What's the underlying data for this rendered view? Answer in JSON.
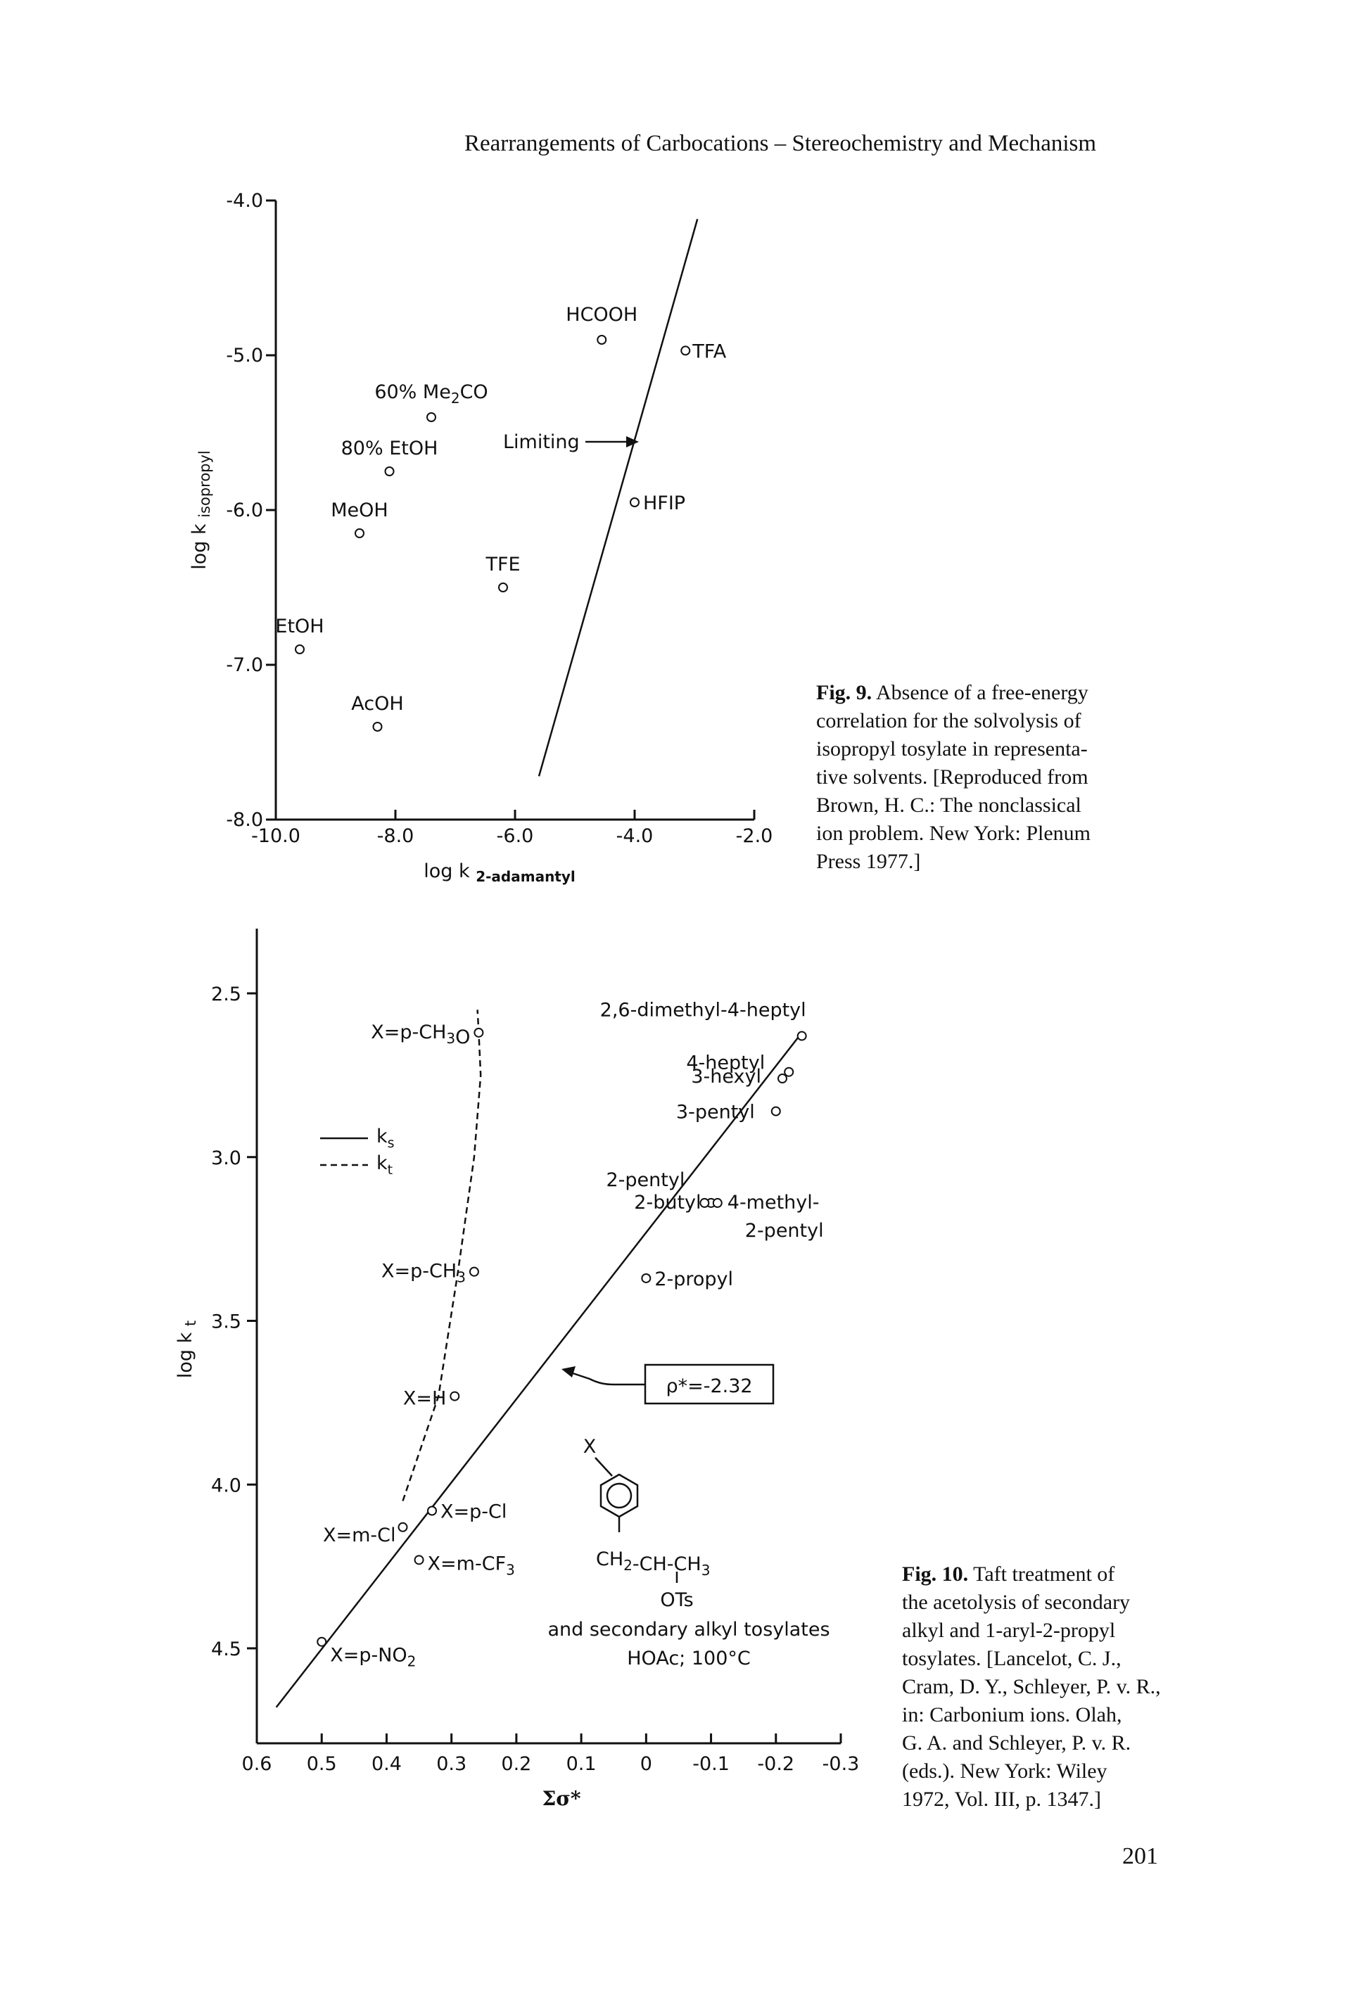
{
  "running_head": "Rearrangements of Carbocations – Stereochemistry and Mechanism",
  "page_number": "201",
  "fig9": {
    "caption_lines": [
      {
        "bold": "Fig. 9.",
        "text": " Absence of a free-energy"
      },
      {
        "text": "correlation for the solvolysis of"
      },
      {
        "text": "isopropyl tosylate in representa-"
      },
      {
        "text": "tive solvents. [Reproduced from"
      },
      {
        "text": "Brown, H. C.: The nonclassical"
      },
      {
        "text": "ion problem. New York: Plenum"
      },
      {
        "text": "Press 1977.]"
      }
    ]
  },
  "fig10": {
    "caption_lines": [
      {
        "bold": "Fig. 10.",
        "text": " Taft treatment of"
      },
      {
        "text": "the acetolysis of secondary"
      },
      {
        "text": "alkyl and 1-aryl-2-propyl"
      },
      {
        "text": "tosylates. [Lancelot, C. J.,"
      },
      {
        "text": "Cram, D. Y., Schleyer, P. v. R.,"
      },
      {
        "text": "in: Carbonium ions. Olah,"
      },
      {
        "text": "G. A. and Schleyer, P. v. R."
      },
      {
        "text": "(eds.). New York: Wiley"
      },
      {
        "text": "1972, Vol. III, p. 1347.]"
      }
    ]
  },
  "chart_data": [
    {
      "type": "scatter",
      "title": "",
      "xlabel_main": "log k",
      "xlabel_sub": "2-adamantyl",
      "ylabel_main": "log k",
      "ylabel_sub": "isopropyl",
      "xlim": [
        -10.0,
        -2.0
      ],
      "ylim": [
        -8.0,
        -4.0
      ],
      "x_ticks": [
        -10.0,
        -8.0,
        -6.0,
        -4.0,
        -2.0
      ],
      "x_tick_labels": [
        "-10.0",
        "-8.0",
        "-6.0",
        "-4.0",
        "-2.0"
      ],
      "y_ticks": [
        -4.0,
        -5.0,
        -6.0,
        -7.0,
        -8.0
      ],
      "y_tick_labels": [
        "-4.0",
        "-5.0",
        "-6.0",
        "-7.0",
        "-8.0"
      ],
      "points": [
        {
          "label": "HCOOH",
          "x": -4.55,
          "y": -4.9
        },
        {
          "label": "TFA",
          "x": -3.15,
          "y": -4.97
        },
        {
          "label": "60% Me2CO",
          "x": -7.4,
          "y": -5.4
        },
        {
          "label": "80% EtOH",
          "x": -8.1,
          "y": -5.75
        },
        {
          "label": "MeOH",
          "x": -8.6,
          "y": -6.15
        },
        {
          "label": "HFIP",
          "x": -4.0,
          "y": -5.95
        },
        {
          "label": "TFE",
          "x": -6.2,
          "y": -6.5
        },
        {
          "label": "EtOH",
          "x": -9.6,
          "y": -6.9
        },
        {
          "label": "AcOH",
          "x": -8.3,
          "y": -7.4
        }
      ],
      "line": {
        "x": [
          -5.6,
          -2.95
        ],
        "y": [
          -7.72,
          -4.12
        ]
      },
      "annotation": "Limiting"
    },
    {
      "type": "line",
      "title": "",
      "xlabel": "Σσ*",
      "ylabel_main": "log k",
      "ylabel_sub": "t",
      "xlim": [
        0.6,
        -0.3
      ],
      "ylim": [
        4.8,
        2.25
      ],
      "x_ticks": [
        0.6,
        0.5,
        0.4,
        0.3,
        0.2,
        0.1,
        0,
        -0.1,
        -0.2,
        -0.3
      ],
      "x_tick_labels": [
        "0.6",
        "0.5",
        "0.4",
        "0.3",
        "0.2",
        "0.1",
        "0",
        "-0.1",
        "-0.2",
        "-0.3"
      ],
      "y_ticks": [
        2.5,
        3.0,
        3.5,
        4.0,
        4.5
      ],
      "y_tick_labels": [
        "2.5",
        "3.0",
        "3.5",
        "4.0",
        "4.5"
      ],
      "legend": [
        {
          "style": "solid",
          "label": "k",
          "sub": "s"
        },
        {
          "style": "dashed",
          "label": "k",
          "sub": "t"
        }
      ],
      "series": [
        {
          "name": "k",
          "sub": "s",
          "style": "solid",
          "x": [
            0.57,
            -0.24
          ],
          "y": [
            4.68,
            2.62
          ]
        },
        {
          "name": "k",
          "sub": "t",
          "style": "dashed",
          "x": [
            0.375,
            0.32,
            0.29,
            0.265,
            0.255,
            0.258,
            0.26
          ],
          "y": [
            4.05,
            3.73,
            3.35,
            3.0,
            2.75,
            2.62,
            2.55
          ]
        }
      ],
      "points": [
        {
          "label": "X=p-CH3O",
          "x": 0.258,
          "y": 2.62
        },
        {
          "label": "X=p-CH3",
          "x": 0.265,
          "y": 3.35
        },
        {
          "label": "X=H",
          "x": 0.295,
          "y": 3.73
        },
        {
          "label": "X=p-Cl",
          "x": 0.33,
          "y": 4.08
        },
        {
          "label": "X=m-Cl",
          "x": 0.375,
          "y": 4.13
        },
        {
          "label": "X=m-CF3",
          "x": 0.35,
          "y": 4.23
        },
        {
          "label": "X=p-NO2",
          "x": 0.5,
          "y": 4.48
        },
        {
          "label": "2-propyl",
          "x": 0.0,
          "y": 3.37
        },
        {
          "label": "2-butyl",
          "x": -0.1,
          "y": 3.14
        },
        {
          "label": "2-pentyl",
          "x": -0.09,
          "y": 3.14
        },
        {
          "label": "4-methyl-2-pentyl",
          "x": -0.11,
          "y": 3.14
        },
        {
          "label": "3-pentyl",
          "x": -0.2,
          "y": 2.86
        },
        {
          "label": "3-hexyl",
          "x": -0.21,
          "y": 2.76
        },
        {
          "label": "4-heptyl",
          "x": -0.22,
          "y": 2.74
        },
        {
          "label": "2,6-dimethyl-4-heptyl",
          "x": -0.24,
          "y": 2.63
        }
      ],
      "rho_box": "ρ*=-2.32",
      "structure": {
        "sub": "X",
        "chain": "CH2-CH-CH3",
        "ots": "OTs",
        "line1": "and secondary alkyl tosylates",
        "line2": "HOAc; 100°C"
      }
    }
  ]
}
